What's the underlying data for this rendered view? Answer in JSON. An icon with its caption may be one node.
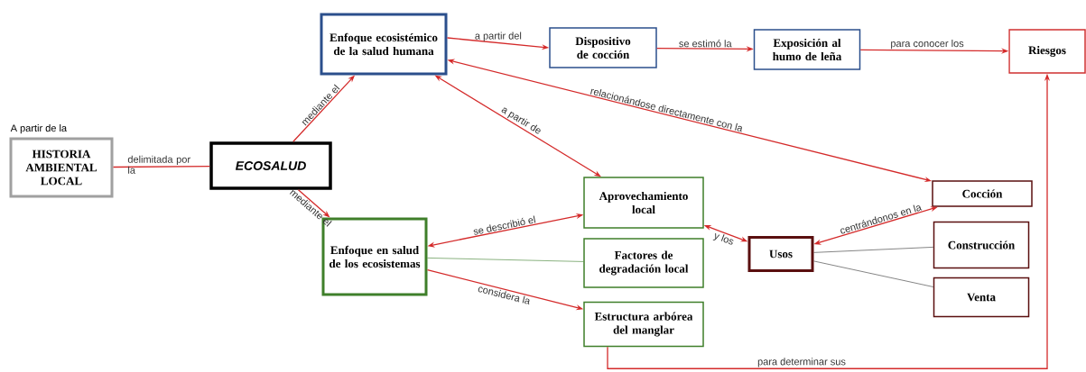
{
  "diagram": {
    "nodes": [
      {
        "text": [
          "HISTORIA AMBIENTAL LOCAL"
        ],
        "beside": [
          "A partir de la"
        ]
      },
      {
        "text": [
          "ECOSALUD"
        ]
      },
      {
        "text": [
          "Enfoque ecosistémico de la salud humana"
        ]
      },
      {
        "text": [
          "Dispositivo de cocción"
        ]
      },
      {
        "text": [
          "Exposición al humo de leña"
        ]
      },
      {
        "text": [
          "Riesgos"
        ]
      },
      {
        "text": [
          "Enfoque en salud de los ecosistemas"
        ]
      },
      {
        "text": [
          "Aprovechamiento local"
        ]
      },
      {
        "text": [
          "Factores de degradación local"
        ]
      },
      {
        "text": [
          "Estructura arbórea del manglar"
        ]
      },
      {
        "text": [
          "Usos"
        ]
      },
      {
        "text": [
          "Cocción"
        ]
      },
      {
        "text": [
          "Construcción"
        ]
      },
      {
        "text": [
          "Venta"
        ]
      }
    ],
    "edges": [
      {
        "from": 0,
        "to": 1,
        "arrow": "none",
        "label": "delimitada por la"
      },
      {
        "from": 1,
        "to": 2,
        "arrow": "to",
        "label": "mediante el"
      },
      {
        "from": 1,
        "to": 6,
        "arrow": "to",
        "label": "mediante el"
      },
      {
        "from": 2,
        "to": 3,
        "arrow": "to",
        "label": "a partir del"
      },
      {
        "from": 3,
        "to": 4,
        "arrow": "to",
        "label": "se estimó la"
      },
      {
        "from": 4,
        "to": 5,
        "arrow": "to",
        "label": "para conocer los"
      },
      {
        "from": 11,
        "to": 2,
        "arrow": "both",
        "label": "relacionándose directamente con la"
      },
      {
        "from": 2,
        "to": 7,
        "arrow": "both",
        "label": "a partir de"
      },
      {
        "from": 6,
        "to": 7,
        "arrow": "both",
        "label": "se describió el"
      },
      {
        "from": 6,
        "to": 8,
        "arrow": "none",
        "color": "#3a7d2a"
      },
      {
        "from": 6,
        "to": 9,
        "arrow": "to",
        "label": "considera la"
      },
      {
        "from": 7,
        "to": 10,
        "arrow": "both",
        "label": "y los"
      },
      {
        "from": 10,
        "to": 11,
        "arrow": "both",
        "label": "centrándonos en la"
      },
      {
        "from": 10,
        "to": 12,
        "arrow": "none",
        "color": "#333333"
      },
      {
        "from": 10,
        "to": 13,
        "arrow": "none",
        "color": "#333333"
      },
      {
        "from": 9,
        "to": 5,
        "arrow": "to",
        "label": "para determinar sus"
      }
    ]
  }
}
